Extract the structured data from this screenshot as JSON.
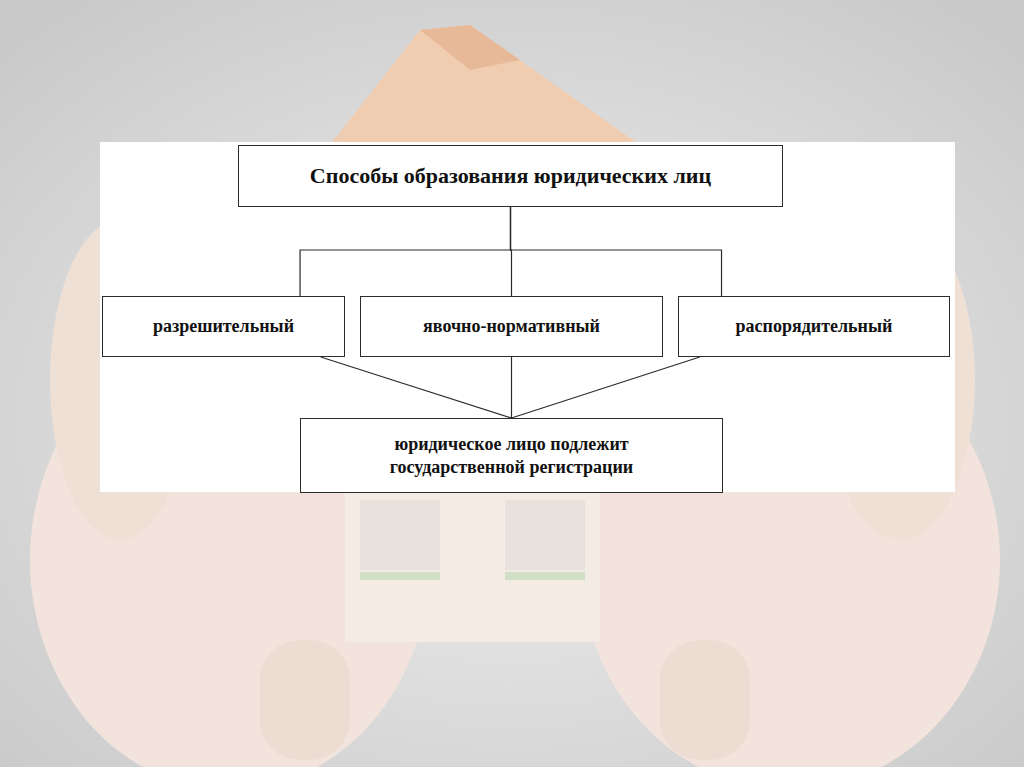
{
  "diagram": {
    "nodes": [
      {
        "text": [
          "Способы образования юридических лиц"
        ]
      },
      {
        "text": [
          "разрешительный"
        ]
      },
      {
        "text": [
          "явочно-нормативный"
        ]
      },
      {
        "text": [
          "распорядительный"
        ]
      },
      {
        "text": [
          "юридическое лицо подлежит государственной регистрации"
        ]
      }
    ],
    "edges": [
      {
        "from": 0,
        "to": 1,
        "arrow": "none"
      },
      {
        "from": 0,
        "to": 2,
        "arrow": "none"
      },
      {
        "from": 0,
        "to": 3,
        "arrow": "none"
      },
      {
        "from": 1,
        "to": 4,
        "arrow": "none"
      },
      {
        "from": 2,
        "to": 4,
        "arrow": "none"
      },
      {
        "from": 3,
        "to": 4,
        "arrow": "none"
      }
    ]
  }
}
